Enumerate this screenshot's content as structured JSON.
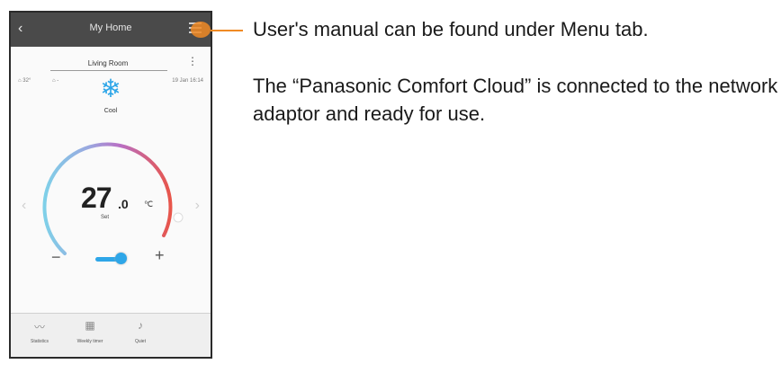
{
  "header": {
    "back_symbol": "‹",
    "title": "My Home"
  },
  "room": {
    "name": "Living Room",
    "more_symbol": "⋮"
  },
  "info": {
    "outdoor": "32°",
    "indoor": "-",
    "datetime": "19 Jan 16:14"
  },
  "mode": {
    "icon": "snowflake-icon",
    "symbol": "❄",
    "label": "Cool"
  },
  "temperature": {
    "integer": "27",
    "decimal": ".0",
    "unit": "℃",
    "sublabel": "Set"
  },
  "controls": {
    "minus": "−",
    "plus": "+",
    "left_arrow": "‹",
    "right_arrow": "›"
  },
  "nav": [
    {
      "icon": "statistics-icon",
      "symbol": "〰",
      "label": "Statistics"
    },
    {
      "icon": "weekly-timer-icon",
      "symbol": "▦",
      "label": "Weekly timer"
    },
    {
      "icon": "quiet-icon",
      "symbol": "♪",
      "label": "Quiet"
    }
  ],
  "callout_text": "User's manual can be found under Menu tab.",
  "description": "The “Panasonic Comfort Cloud” is connected to the network adaptor and ready for use.",
  "colors": {
    "accent": "#f08a24",
    "cool": "#2ea6e8",
    "warm": "#e8554a",
    "header": "#4a4a4a"
  }
}
